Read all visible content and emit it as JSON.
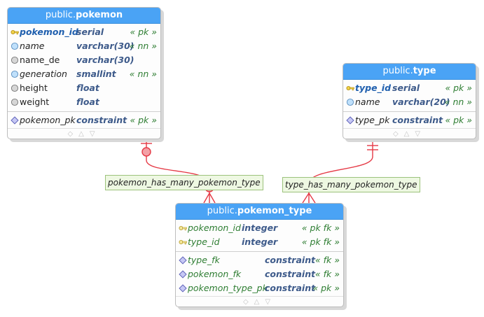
{
  "tables": {
    "pokemon": {
      "schema": "public.",
      "name": "pokemon",
      "columns": [
        {
          "name": "pokemon_id",
          "type": "serial",
          "flags": "« pk »",
          "kind": "pk"
        },
        {
          "name": "name",
          "type": "varchar(30)",
          "flags": "« nn »",
          "kind": "nn"
        },
        {
          "name": "name_de",
          "type": "varchar(30)",
          "flags": "",
          "kind": "plain"
        },
        {
          "name": "generation",
          "type": "smallint",
          "flags": "« nn »",
          "kind": "nn"
        },
        {
          "name": "height",
          "type": "float",
          "flags": "",
          "kind": "plain"
        },
        {
          "name": "weight",
          "type": "float",
          "flags": "",
          "kind": "plain"
        }
      ],
      "constraints": [
        {
          "name": "pokemon_pk",
          "type": "constraint",
          "flags": "« pk »"
        }
      ]
    },
    "type": {
      "schema": "public.",
      "name": "type",
      "columns": [
        {
          "name": "type_id",
          "type": "serial",
          "flags": "« pk »",
          "kind": "pk"
        },
        {
          "name": "name",
          "type": "varchar(20)",
          "flags": "« nn »",
          "kind": "nn"
        }
      ],
      "constraints": [
        {
          "name": "type_pk",
          "type": "constraint",
          "flags": "« pk »"
        }
      ]
    },
    "pokemon_type": {
      "schema": "public.",
      "name": "pokemon_type",
      "columns": [
        {
          "name": "pokemon_id",
          "type": "integer",
          "flags": "« pk fk »",
          "kind": "pkfk"
        },
        {
          "name": "type_id",
          "type": "integer",
          "flags": "« pk fk »",
          "kind": "pkfk"
        }
      ],
      "constraints": [
        {
          "name": "type_fk",
          "type": "constraint",
          "flags": "« fk »"
        },
        {
          "name": "pokemon_fk",
          "type": "constraint",
          "flags": "« fk »"
        },
        {
          "name": "pokemon_type_pk",
          "type": "constraint",
          "flags": "« pk »"
        }
      ]
    }
  },
  "relationships": [
    {
      "label": "pokemon_has_many_pokemon_type"
    },
    {
      "label": "type_has_many_pokemon_type"
    }
  ],
  "colors": {
    "header": "#4aa3f5",
    "relationship_line": "#e53945",
    "relationship_label_bg": "#eef8e2"
  }
}
